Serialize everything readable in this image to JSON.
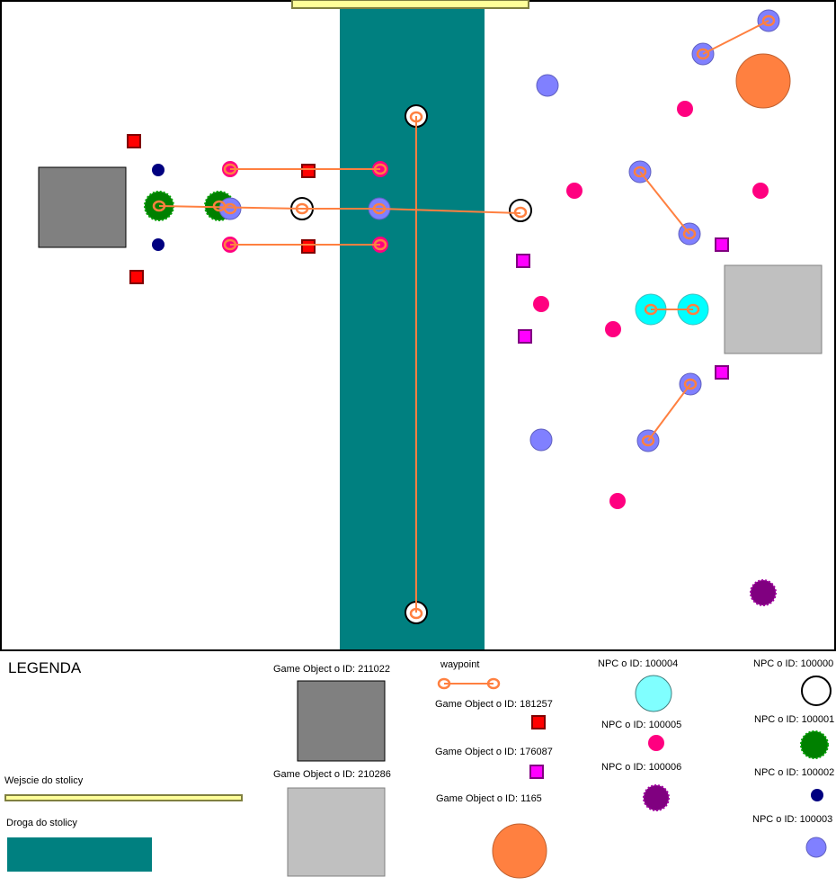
{
  "legend": {
    "title": "LEGENDA",
    "entrance": "Wejscie do stolicy",
    "road": "Droga do stolicy",
    "waypoint": "waypoint",
    "go_211022": "Game Object o ID: 211022",
    "go_210286": "Game Object o ID: 210286",
    "go_181257": "Game Object o ID: 181257",
    "go_176087": "Game Object o ID: 176087",
    "go_1165": "Game Object o ID: 1165",
    "npc_100004": "NPC o ID: 100004",
    "npc_100005": "NPC o ID: 100005",
    "npc_100006": "NPC o ID: 100006",
    "npc_100000": "NPC o ID: 100000",
    "npc_100001": "NPC o ID: 100001",
    "npc_100002": "NPC o ID: 100002",
    "npc_100003": "NPC o ID: 100003"
  },
  "colors": {
    "road": "#008080",
    "entrance": "#ffff99",
    "entrance_border": "#808040",
    "go_211022": "#808080",
    "go_210286": "#c0c0c0",
    "go_181257": "#ff0000",
    "go_176087": "#ff00ff",
    "go_1165": "#ff8040",
    "npc_100000": "#ffffff",
    "npc_100001": "#008000",
    "npc_100002": "#000080",
    "npc_100003": "#8080ff",
    "npc_100004": "#80ffff",
    "npc_100005": "#ff0080",
    "npc_100006": "#800080",
    "waypoint": "#ff8040"
  }
}
